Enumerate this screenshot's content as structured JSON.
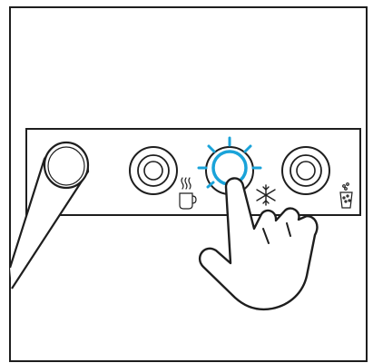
{
  "illustration": {
    "subject": "control-panel-press",
    "line_color": "#1e1e1e",
    "highlight_color": "#1aa3d9",
    "background_color": "#ffffff",
    "buttons": [
      {
        "id": "hot",
        "icon": "hot-cup-icon",
        "state": "idle"
      },
      {
        "id": "cold",
        "icon": "snowflake-icon",
        "state": "pressed-glowing"
      },
      {
        "id": "sparkling",
        "icon": "bubbles-glass-icon",
        "state": "idle"
      }
    ],
    "hand": {
      "gesture": "pointing-press",
      "target": "cold"
    }
  }
}
